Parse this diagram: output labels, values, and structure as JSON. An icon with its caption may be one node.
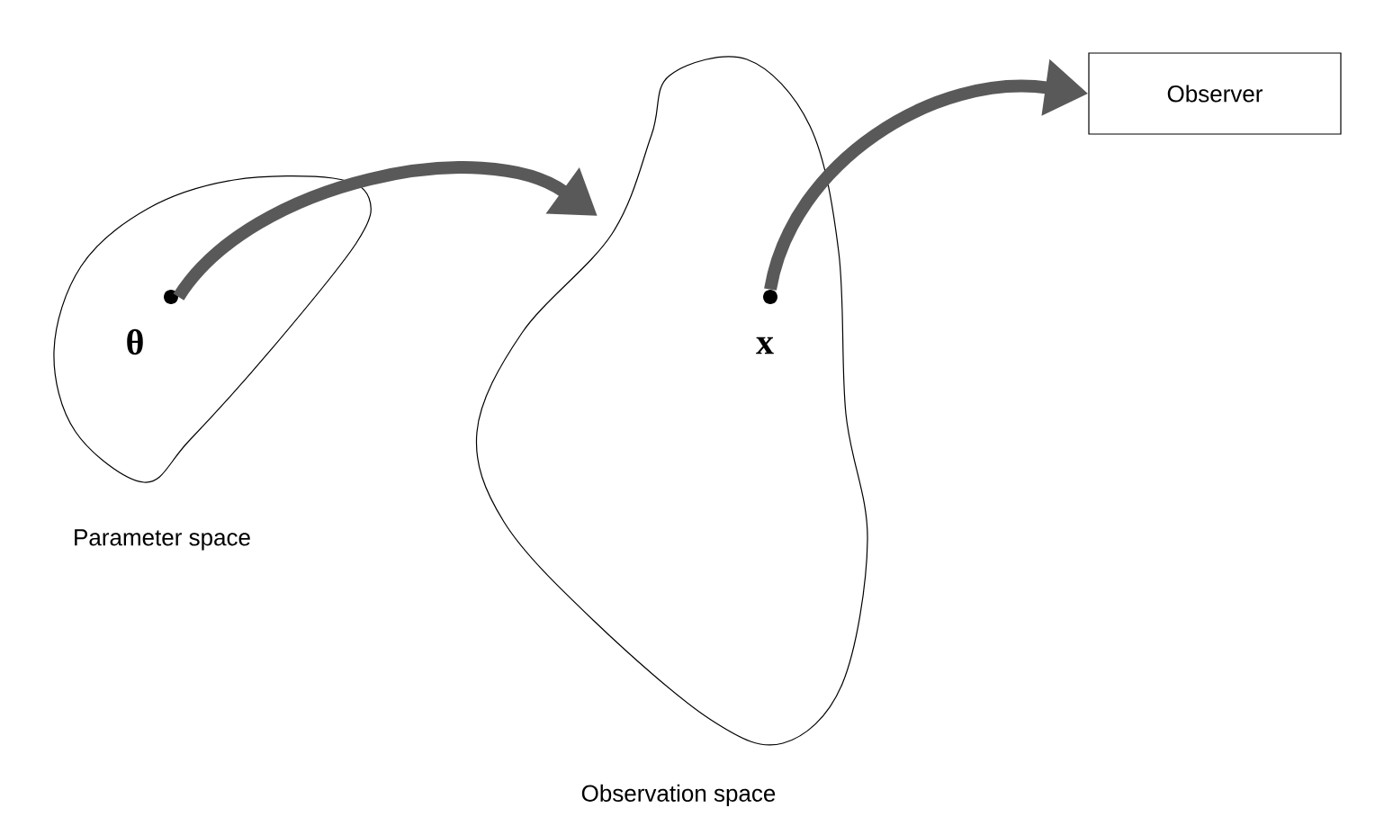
{
  "diagram": {
    "nodes": [
      {
        "text": [
          "Parameter space"
        ]
      },
      {
        "text": [
          "θ"
        ],
        "in": 0
      },
      {
        "text": [
          "Observation space"
        ]
      },
      {
        "text": [
          "x"
        ],
        "in": 2
      },
      {
        "text": [
          "Observer"
        ]
      }
    ],
    "edges": [
      {
        "from": 1,
        "to": 2,
        "arrow": "to"
      },
      {
        "from": 3,
        "to": 4,
        "arrow": "to"
      }
    ]
  }
}
